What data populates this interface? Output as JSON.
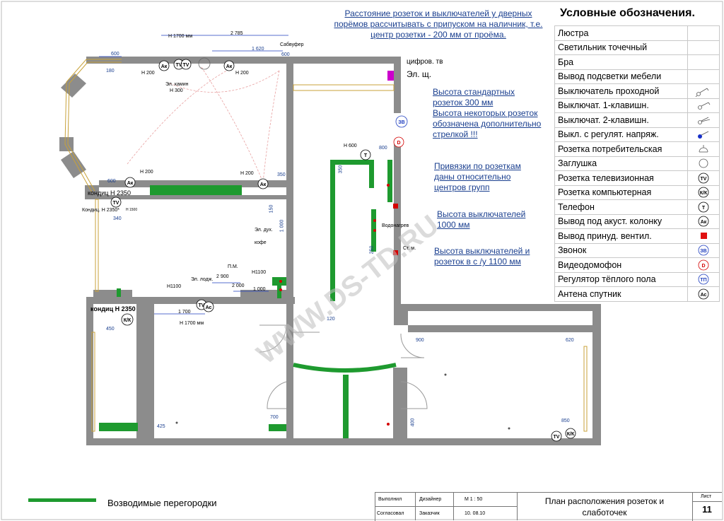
{
  "top_note": {
    "line1": "Расстояние розеток и выключателей у дверных",
    "line2": "порёмов рассчитывать с припуском на наличник, т.е.",
    "line3": "центр розетки - 200 мм от проёма."
  },
  "notes": {
    "n1_l1": "Высота стандартных",
    "n1_l2": "розеток  300 мм",
    "n1_l3": "Высота некоторых розеток",
    "n1_l4": "обозначена дополнительно",
    "n1_l5": "стрелкой !!!",
    "n2_l1": "Привязки по розеткам",
    "n2_l2": "даны относительно",
    "n2_l3": "центров групп",
    "n3_l1": "Высота выключателей",
    "n3_l2": "1000 мм",
    "n4_l1": "Высота выключателей и",
    "n4_l2": "розеток в с /у  1100 мм"
  },
  "legend": {
    "title": "Условные обозначения.",
    "items": [
      {
        "label": "Люстра",
        "icon": "none"
      },
      {
        "label": "Светильник точечный",
        "icon": "none"
      },
      {
        "label": "Бра",
        "icon": "none"
      },
      {
        "label": "Вывод подсветки мебели",
        "icon": "none"
      },
      {
        "label": "Выключатель проходной",
        "icon": "switch-passthrough-icon"
      },
      {
        "label": "Выключат. 1-клавишн.",
        "icon": "switch-1key-icon"
      },
      {
        "label": "Выключат. 2-клавишн.",
        "icon": "switch-2key-icon"
      },
      {
        "label": "Выкл. с регулят. напряж.",
        "icon": "dimmer-switch-icon"
      },
      {
        "label": "Розетка потребительская",
        "icon": "socket-icon"
      },
      {
        "label": "Заглушка",
        "icon": "blank-cover-icon"
      },
      {
        "label": "Розетка телевизионная",
        "icon": "tv-socket-icon",
        "code": "TV"
      },
      {
        "label": "Розетка компьютерная",
        "icon": "computer-socket-icon",
        "code": "К/К"
      },
      {
        "label": "Телефон",
        "icon": "phone-socket-icon",
        "code": "Т"
      },
      {
        "label": "Вывод под акуст. колонку",
        "icon": "speaker-output-icon",
        "code": "Ак"
      },
      {
        "label": "Вывод принуд. вентил.",
        "icon": "ventilation-output-icon"
      },
      {
        "label": "Звонок",
        "icon": "doorbell-icon",
        "code": "ЗВ"
      },
      {
        "label": "Видеодомофон",
        "icon": "video-intercom-icon",
        "code": "D"
      },
      {
        "label": "Регулятор тёплого пола",
        "icon": "floor-heating-regulator-icon",
        "code": "ТП"
      },
      {
        "label": "Антена спутник",
        "icon": "satellite-antenna-icon",
        "code": "Ас"
      }
    ]
  },
  "plan_labels": {
    "dig_tv": "цифров. тв",
    "el_sh": "Эл. щ.",
    "h1700": "Н 1700 мм",
    "h1700b": "Н 1700 мм",
    "d2785": "2 785",
    "d1620": "1 620",
    "sabwoofer": "Сабвуфер",
    "d600a": "600",
    "d600b": "600",
    "d600c": "600",
    "d180": "180",
    "h200a": "Н 200",
    "h200b": "Н 200",
    "h200c": "Н 200",
    "h200d": "Н 200",
    "el_kamin": "Эл. камин",
    "h300": "Н 300",
    "kondic1": "кондиц Н 2350",
    "kondic2": "Кондиц. Н 2350*",
    "h1500": "Н 1500",
    "d340": "340",
    "d350a": "350",
    "d350b": "350",
    "h600": "Н 600",
    "d800": "800",
    "d150": "150",
    "d1000": "1 000",
    "el_duh": "Эл. дух.",
    "kofe": "кофе",
    "vodonagrev": "Водонагрев",
    "st_m": "Ст. м.",
    "d250": "250",
    "pm": "П.М.",
    "h1100a": "Н1100",
    "h1100b": "Н1100",
    "el_lodzh": "Эл. лодж.",
    "d2900": "2 900",
    "d2000": "2 000",
    "d1000b": "1 000",
    "d1700": "1 700",
    "kondic3": "кондиц Н 2350",
    "d450": "450",
    "d120": "120",
    "d900": "900",
    "d620": "620",
    "d700": "700",
    "d425": "425",
    "d400": "400",
    "d850": "850",
    "watermark": "WWW.DS-TD.RU"
  },
  "scheme_legend": {
    "label": "Возводимые перегородки",
    "color": "#1e9a2f"
  },
  "stamp": {
    "executed": "Выполнил",
    "designer": "Дизайнер",
    "scale": "М 1 : 50",
    "agreed": "Согласовал",
    "customer": "Заказчик",
    "date": "10. 08.10",
    "title_l1": "План расположения розеток и",
    "title_l2": "слаботочек",
    "sheet_label": "Лист",
    "sheet": "11"
  },
  "colors": {
    "wall": "#8c8c8c",
    "new_partition": "#1e9a2f",
    "note_text": "#1a3f8f",
    "panel": "#cc00cc",
    "marker": "#d40000",
    "dim_blue": "#1f3fbf"
  }
}
